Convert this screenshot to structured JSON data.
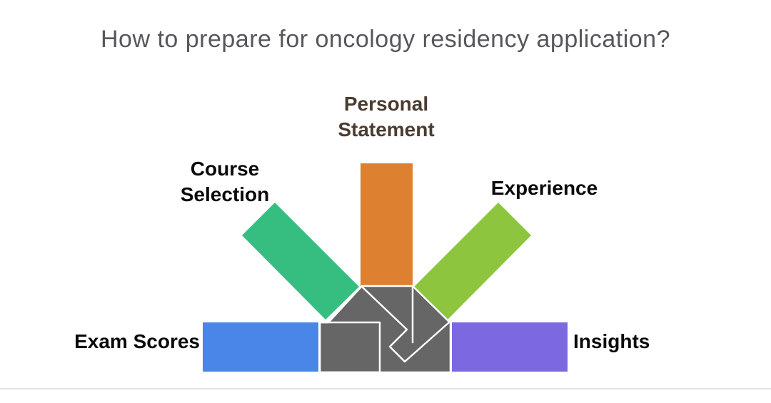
{
  "title": {
    "text": "How to prepare for oncology residency application?",
    "color": "#57575a"
  },
  "diagram": {
    "description": "Five arrow bars converging into a gray interlocked center",
    "center_color": "#666666",
    "outline_color": "#ffffff",
    "items": [
      {
        "id": "exam-scores",
        "label": "Exam Scores",
        "direction": "left",
        "color": "#4a86e8",
        "label_color": "#0a0a0a"
      },
      {
        "id": "course-selection",
        "label": "Course Selection",
        "direction": "top-left",
        "color": "#36be81",
        "label_color": "#0a0a0a"
      },
      {
        "id": "personal-statement",
        "label": "Personal Statement",
        "direction": "top",
        "color": "#dd8030",
        "label_color": "#4a3c31"
      },
      {
        "id": "experience",
        "label": "Experience",
        "direction": "top-right",
        "color": "#8dc53e",
        "label_color": "#0a0a0a"
      },
      {
        "id": "insights",
        "label": "Insights",
        "direction": "right",
        "color": "#7c68e0",
        "label_color": "#0a0a0a"
      }
    ]
  },
  "footer": {
    "divider_color": "#e4e4e4"
  }
}
